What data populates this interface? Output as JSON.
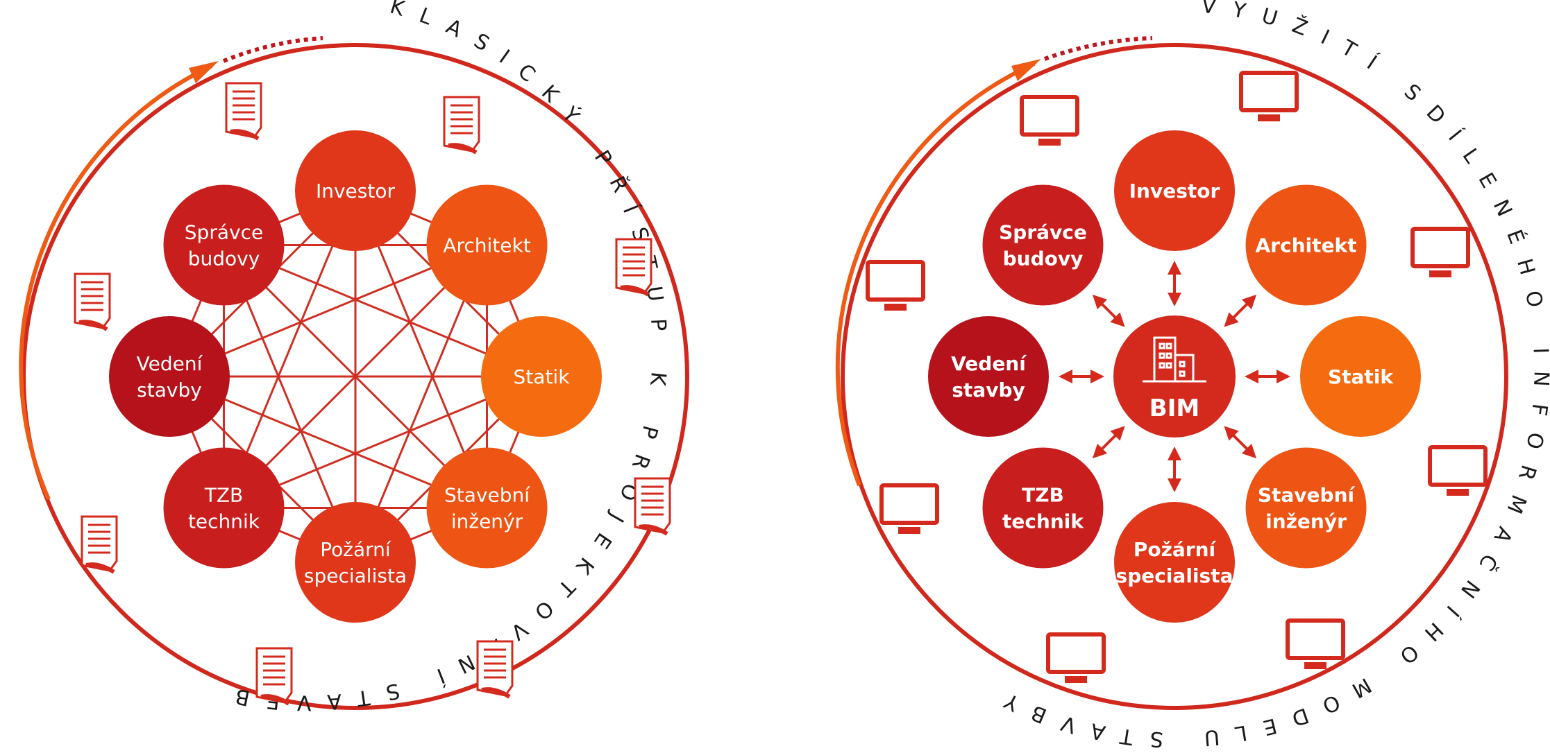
{
  "left": {
    "title": "KLASICKÝ PŘÍSTUP K PROJEKTOVÁNÍ STAVEB",
    "nodes": [
      {
        "lines": [
          "Investor"
        ]
      },
      {
        "lines": [
          "Architekt"
        ]
      },
      {
        "lines": [
          "Statik"
        ]
      },
      {
        "lines": [
          "Stavební",
          "inženýr"
        ]
      },
      {
        "lines": [
          "Požární",
          "specialista"
        ]
      },
      {
        "lines": [
          "TZB",
          "technik"
        ]
      },
      {
        "lines": [
          "Vedení",
          "stavby"
        ]
      },
      {
        "lines": [
          "Správce",
          "budovy"
        ]
      }
    ]
  },
  "right": {
    "title": "VYUŽITÍ SDÍLENÉHO INFORMAČNÍHO MODELU STAVBY",
    "center_label": "BIM",
    "nodes": [
      {
        "lines": [
          "Investor"
        ]
      },
      {
        "lines": [
          "Architekt"
        ]
      },
      {
        "lines": [
          "Statik"
        ]
      },
      {
        "lines": [
          "Stavební",
          "inženýr"
        ]
      },
      {
        "lines": [
          "Požární",
          "specialista"
        ]
      },
      {
        "lines": [
          "TZB",
          "technik"
        ]
      },
      {
        "lines": [
          "Vedení",
          "stavby"
        ]
      },
      {
        "lines": [
          "Správce",
          "budovy"
        ]
      }
    ]
  },
  "colors": {
    "dark_red": "#b5121b",
    "red": "#d42a1e",
    "orange": "#ef5a14",
    "light_orange": "#f56b10",
    "line": "#cf2f22",
    "text": "#1a1a1a"
  }
}
